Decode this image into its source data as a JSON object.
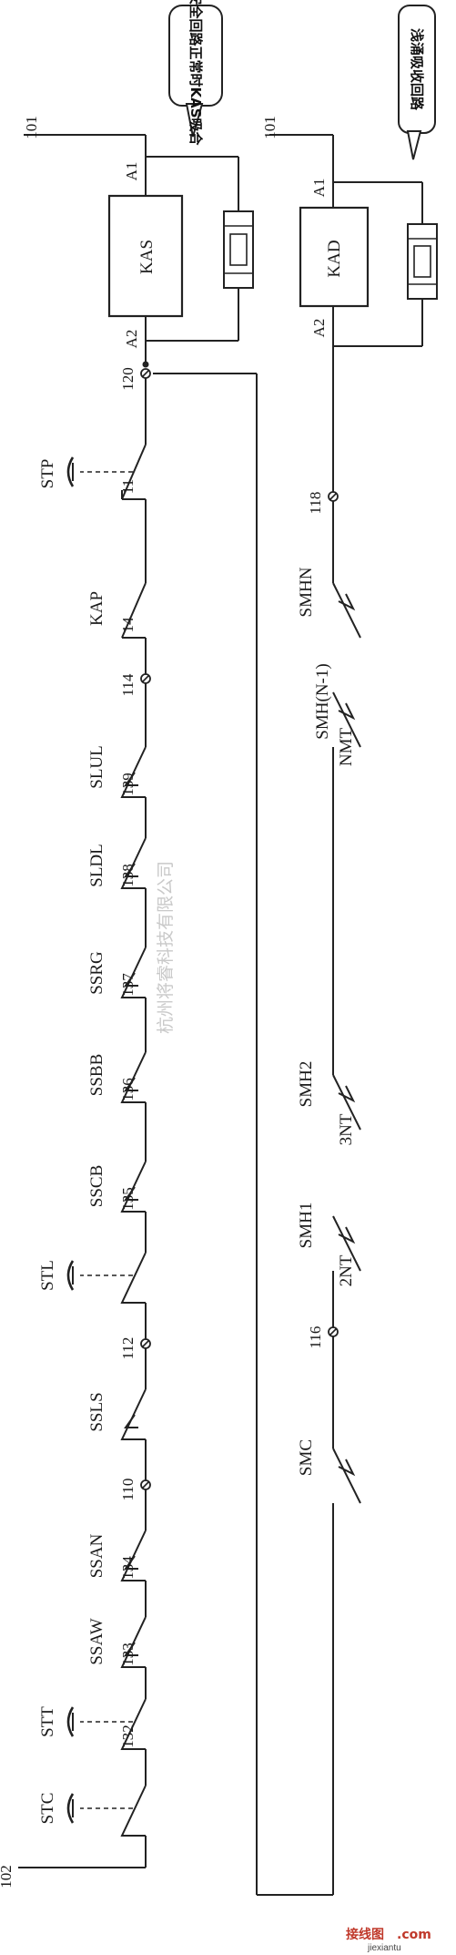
{
  "nodes": {
    "n101_left": "101",
    "n101_right": "101",
    "n102": "102",
    "n120": "120",
    "n114": "114",
    "n112": "112",
    "n110": "110",
    "n118": "118",
    "n116": "116"
  },
  "terminals": {
    "kas_a1": "A1",
    "kas_a2": "A2",
    "kad_a1": "A1",
    "kad_a2": "A2"
  },
  "relays": {
    "kas": "KAS",
    "kad": "KAD"
  },
  "callouts": {
    "kas_note": "电梯安全回路正常时KAS吸合",
    "kad_note": "浅涌吸收回路"
  },
  "left_chain": [
    {
      "label": "STP",
      "num": "11"
    },
    {
      "label": "KAP",
      "num": "14"
    },
    {
      "label": "SLUL",
      "num": "139"
    },
    {
      "label": "SLDL",
      "num": "138"
    },
    {
      "label": "SSRG",
      "num": "137"
    },
    {
      "label": "SSBB",
      "num": "136"
    },
    {
      "label": "SSCB",
      "num": "135"
    },
    {
      "label": "STL",
      "num": ""
    },
    {
      "label": "SSLS",
      "num": ""
    },
    {
      "label": "SSAN",
      "num": "134"
    },
    {
      "label": "SSAW",
      "num": "133"
    },
    {
      "label": "STT",
      "num": "132"
    },
    {
      "label": "STC",
      "num": ""
    }
  ],
  "right_chain": [
    {
      "label": "SMHN",
      "sub": ""
    },
    {
      "label": "SMH(N-1)",
      "sub": "NMT"
    },
    {
      "label": "SMH2",
      "sub": "3NT"
    },
    {
      "label": "SMH1",
      "sub": "2NT"
    },
    {
      "label": "SMC",
      "sub": ""
    }
  ],
  "watermark": "杭州将睿科技有限公司",
  "brand": {
    "name": "接线图",
    "domain": ".com",
    "url": "jiexiantu"
  }
}
